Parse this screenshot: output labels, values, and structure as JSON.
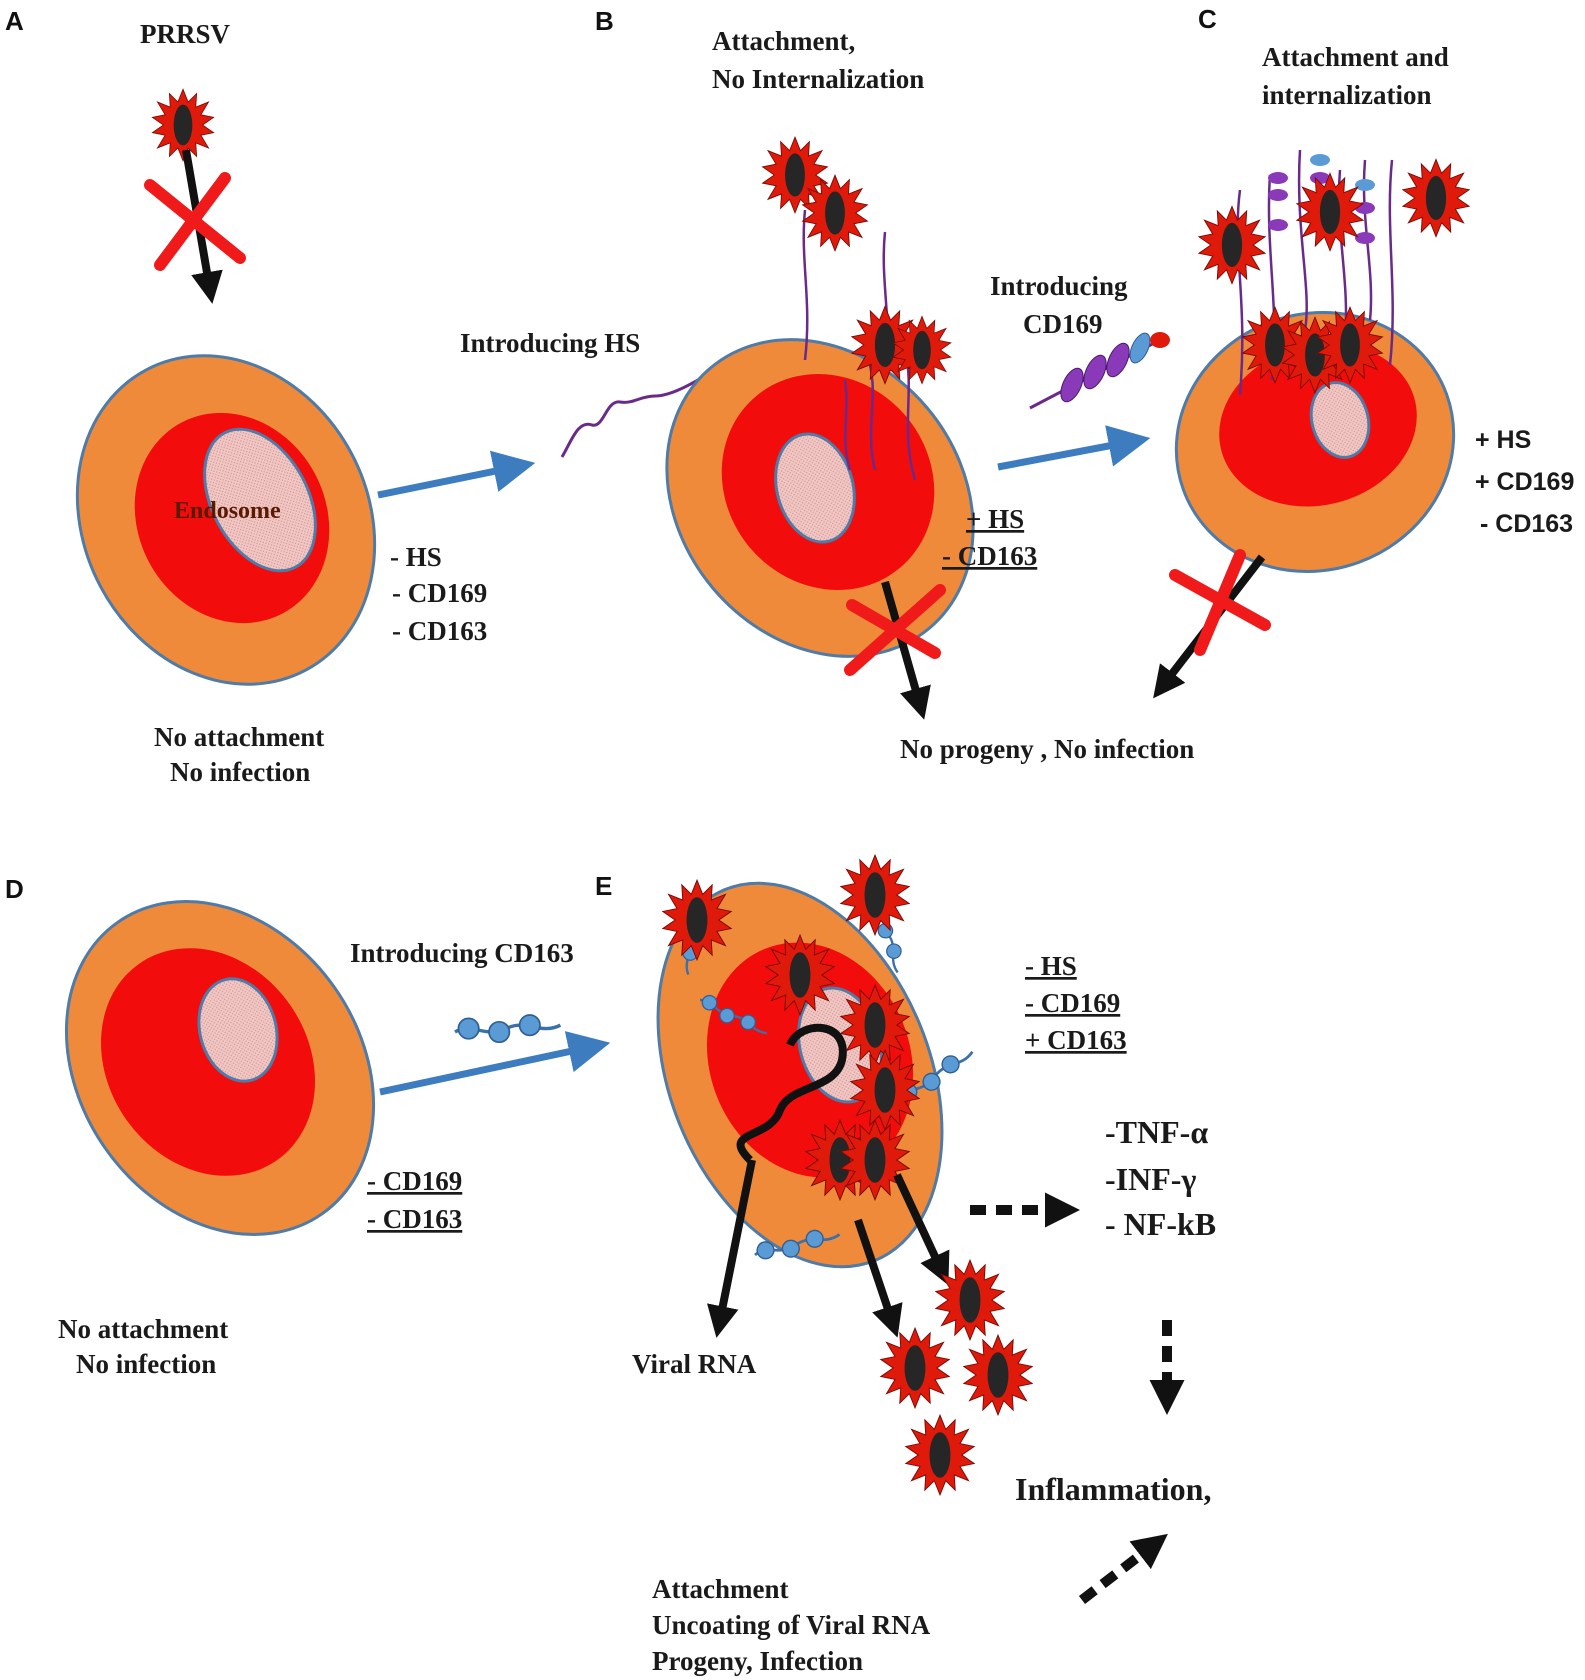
{
  "colors": {
    "cell_outer": "#EE8A3A",
    "cell_inner": "#F20C0C",
    "endosome": "#F4C6C4",
    "membrane": "#4E7BA8",
    "arrow_blue": "#3E7CC0",
    "virus_spike": "#E01A0A",
    "virus_core": "#262626",
    "block_x": "#F01A1A",
    "hs_chain": "#6A2A8A",
    "cd169": "#8A3AB8",
    "cd163": "#5B9BD5"
  },
  "panels": {
    "a": {
      "letter": "A",
      "virus_label": "PRRSV",
      "endosome_label": "Endosome",
      "markers": [
        "-  HS",
        "- CD169",
        " - CD163"
      ],
      "outcome": [
        "No attachment",
        "No infection"
      ]
    },
    "b": {
      "letter": "B",
      "title": [
        "Attachment,",
        "No Internalization"
      ],
      "intro_label": "Introducing HS",
      "markers": [
        "+ HS",
        "- CD163"
      ]
    },
    "c": {
      "letter": "C",
      "title": [
        "Attachment and",
        "internalization"
      ],
      "intro_label": [
        "Introducing",
        "CD169"
      ],
      "markers": [
        "+ HS",
        "+ CD169",
        "- CD163"
      ],
      "shared_outcome": "No progeny , No infection"
    },
    "d": {
      "letter": "D",
      "intro_label": "Introducing CD163",
      "markers": [
        "- CD169",
        "- CD163"
      ],
      "outcome": [
        "No attachment",
        "No infection"
      ]
    },
    "e": {
      "letter": "E",
      "markers": [
        "- HS",
        "- CD169",
        "+ CD163"
      ],
      "viral_rna": "Viral RNA",
      "cytokines": [
        "-TNF-α",
        "-INF-γ",
        "- NF-kB"
      ],
      "inflammation": "Inflammation,",
      "outcome": [
        "Attachment",
        "Uncoating of Viral RNA",
        "Progeny, Infection"
      ]
    }
  }
}
